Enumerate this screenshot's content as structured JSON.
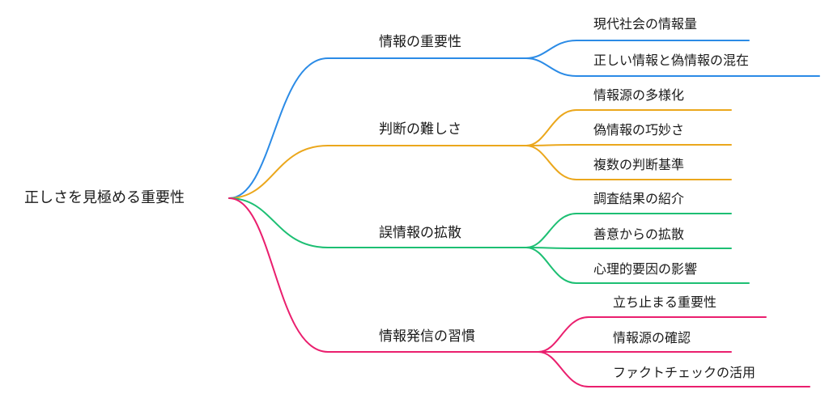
{
  "mindmap": {
    "root": "正しさを見極める重要性",
    "branches": [
      {
        "label": "情報の重要性",
        "color": "#2b8be6",
        "children": [
          "現代社会の情報量",
          "正しい情報と偽情報の混在"
        ]
      },
      {
        "label": "判断の難しさ",
        "color": "#eba71c",
        "children": [
          "情報源の多様化",
          "偽情報の巧妙さ",
          "複数の判断基準"
        ]
      },
      {
        "label": "誤情報の拡散",
        "color": "#1dbf73",
        "children": [
          "調査結果の紹介",
          "善意からの拡散",
          "心理的要因の影響"
        ]
      },
      {
        "label": "情報発信の習慣",
        "color": "#ea1f6e",
        "children": [
          "立ち止まる重要性",
          "情報源の確認",
          "ファクトチェックの活用"
        ]
      }
    ]
  }
}
